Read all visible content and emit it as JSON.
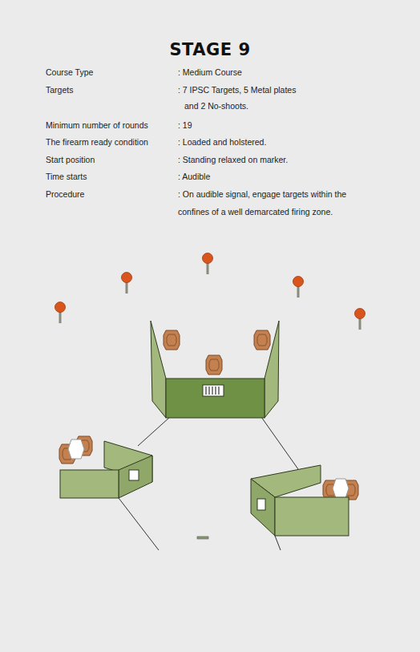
{
  "diagram": {
    "title": "STAGE 9",
    "labels": [
      "Course Type",
      ": Medium Course",
      "Targets",
      ": 7 IPSC Targets, 5 Metal plates and 2 No-shoots.",
      "Minimum number of rounds",
      ": 19",
      "The firearm ready condition",
      ": Loaded and holstered.",
      "Start position",
      ": Standing relaxed on marker.",
      "Time starts",
      ": Audible",
      "Procedure",
      ": On audible signal, engage targets within the confines of a well demarcated firing zone."
    ]
  }
}
